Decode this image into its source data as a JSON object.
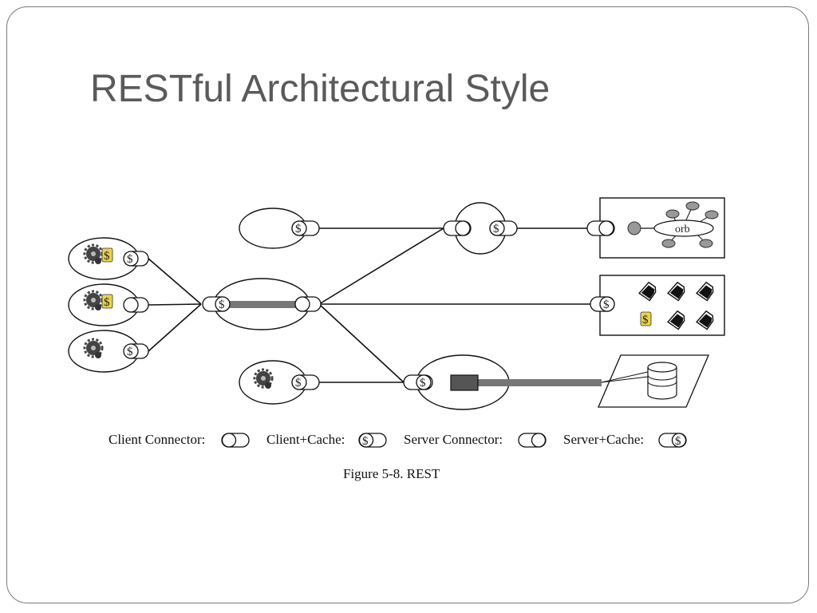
{
  "slide": {
    "title": "RESTful Architectural Style"
  },
  "diagram": {
    "cache_symbol": "$",
    "orb_label": "orb",
    "legend": {
      "client_connector": "Client Connector:",
      "client_cache": "Client+Cache:",
      "server_connector": "Server Connector:",
      "server_cache": "Server+Cache:"
    },
    "caption": "Figure 5-8. REST"
  },
  "colors": {
    "title": "#5a5a5a",
    "frame": "#7a7a7a",
    "stroke": "#111111",
    "pipe": "#777777",
    "script_icon": "#e8d44a"
  }
}
